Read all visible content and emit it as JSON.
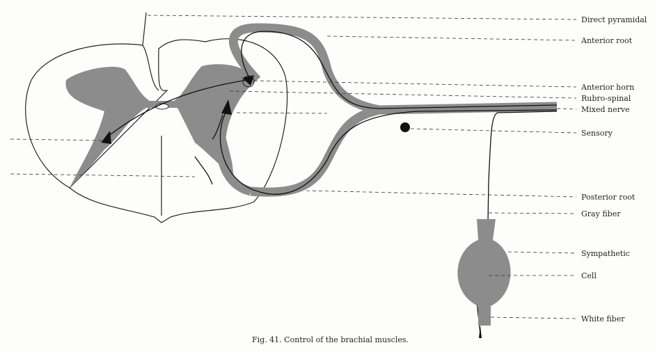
{
  "labels": {
    "direct_pyramidal": "Direct pyramidal",
    "anterior_root": "Anterior root",
    "anterior_horn": "Anterior horn",
    "rubro_spinal": "Rubro-spinal",
    "mixed_nerve": "Mixed nerve",
    "sensory": "Sensory",
    "posterior_root": "Posterior root",
    "gray_fiber": "Gray fiber",
    "sympathetic": "Sympathetic",
    "cell": "Cell",
    "white_fiber": "White fiber"
  },
  "caption": "Fig. 41.  Control of the brachial muscles.",
  "colors": {
    "gray_matter": "#8a8a8a",
    "line": "#111111"
  }
}
